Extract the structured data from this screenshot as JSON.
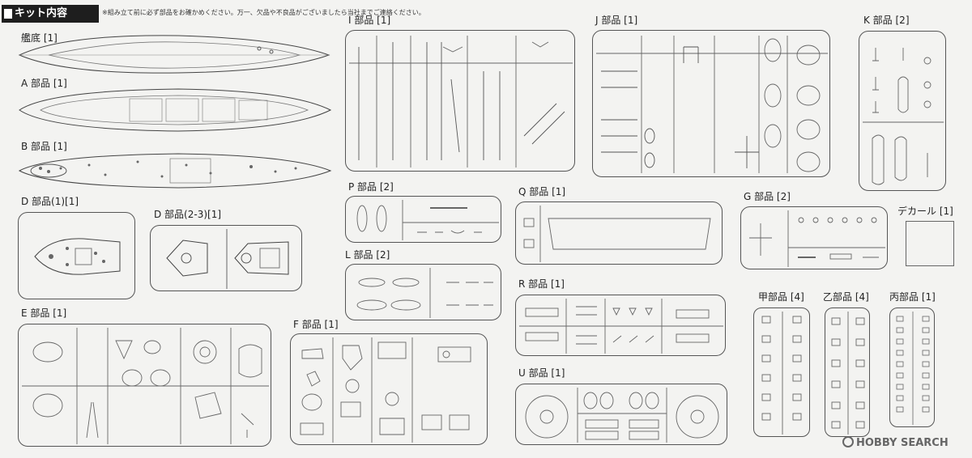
{
  "header": {
    "title": "キット内容",
    "note": "※組み立て前に必ず部品をお確かめください。万一、欠品や不良品がございましたら当社までご連絡ください。"
  },
  "parts": {
    "kanteibu": "艦底 [1]",
    "a": "A 部品 [1]",
    "b": "B 部品 [1]",
    "d1": "D 部品(1)[1]",
    "d23": "D 部品(2-3)[1]",
    "e": "E 部品 [1]",
    "f": "F 部品 [1]",
    "i": "I 部品 [1]",
    "j": "J 部品 [1]",
    "k": "K 部品 [2]",
    "p": "P 部品 [2]",
    "l": "L 部品 [2]",
    "q": "Q 部品 [1]",
    "g": "G 部品 [2]",
    "decal": "デカール [1]",
    "r": "R 部品 [1]",
    "u": "U 部品 [1]",
    "ko": "甲部品 [4]",
    "otsu": "乙部品 [4]",
    "hei": "丙部品 [1]"
  },
  "watermark": {
    "brand": "HOBBY SEARCH",
    "icon": "hobby-search-logo-icon"
  }
}
